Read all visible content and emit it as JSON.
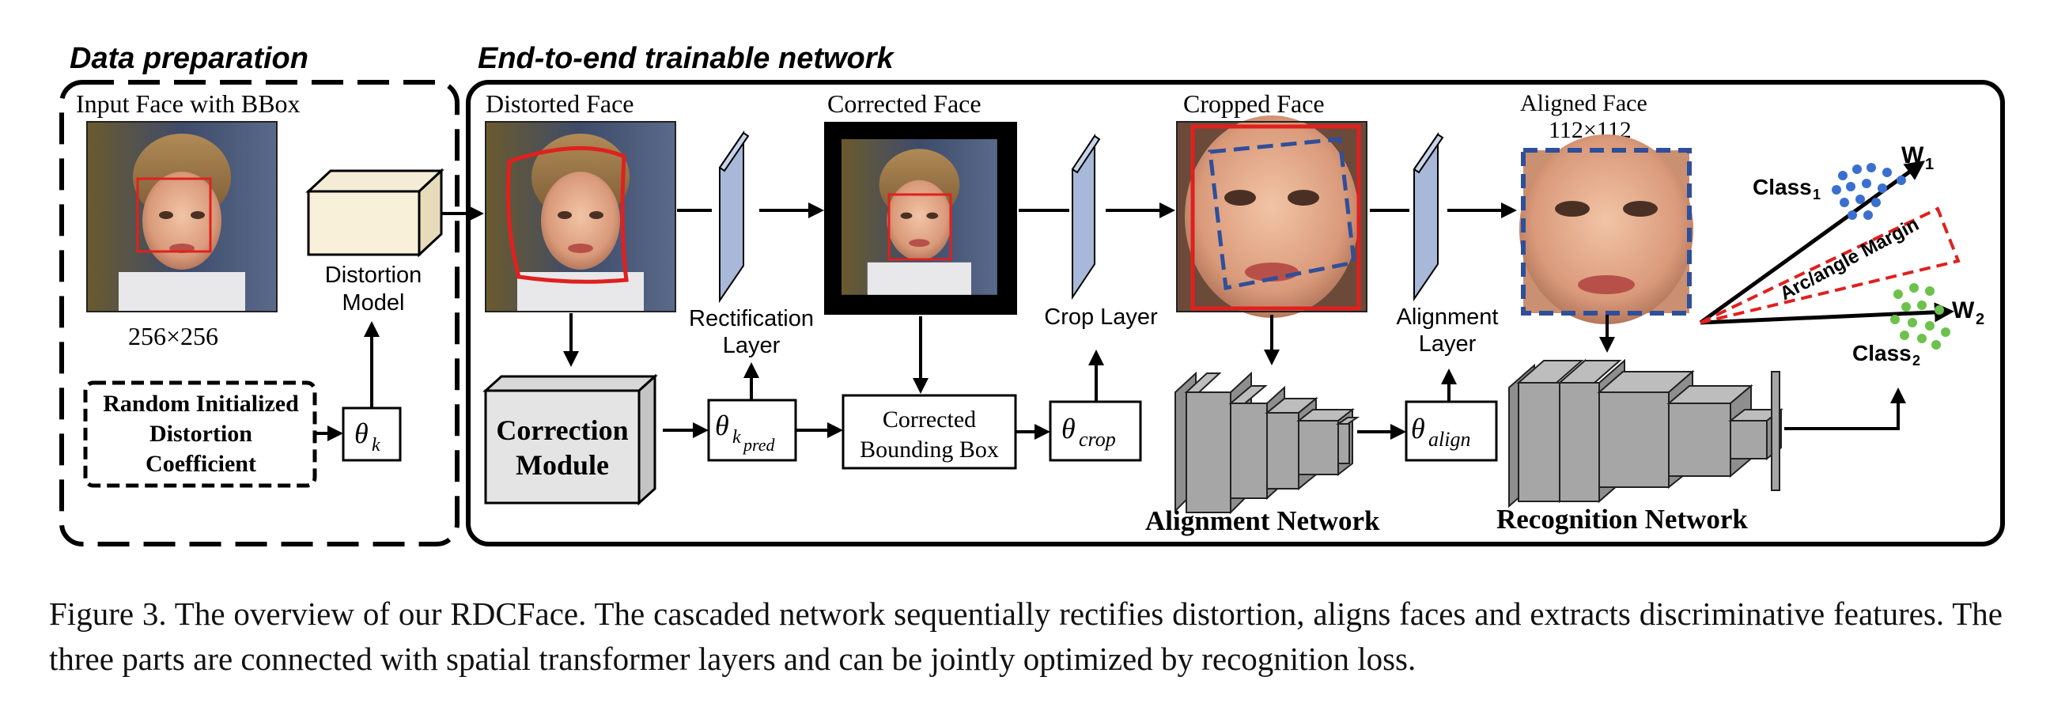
{
  "sections": {
    "data_preparation": "Data preparation",
    "end_to_end": "End-to-end trainable network"
  },
  "labels": {
    "input_face": "Input Face with BBox",
    "input_size": "256×256",
    "distortion_model_1": "Distortion",
    "distortion_model_2": "Model",
    "random_init_1": "Random Initialized",
    "random_init_2": "Distortion",
    "random_init_3": "Coefficient",
    "theta_k": "θ",
    "theta_k_sub": "k",
    "distorted_face": "Distorted Face",
    "correction_module_1": "Correction",
    "correction_module_2": "Module",
    "theta_kpred": "θ",
    "theta_kpred_sub": "k",
    "theta_kpred_subsub": "pred",
    "rectification_1": "Rectification",
    "rectification_2": "Layer",
    "corrected_face": "Corrected Face",
    "corrected_bbox_1": "Corrected",
    "corrected_bbox_2": "Bounding Box",
    "crop_layer": "Crop Layer",
    "theta_crop": "θ",
    "theta_crop_sub": "crop",
    "cropped_face": "Cropped Face",
    "alignment_network": "Alignment Network",
    "alignment_layer_1": "Alignment",
    "alignment_layer_2": "Layer",
    "theta_align": "θ",
    "theta_align_sub": "align",
    "aligned_face": "Aligned Face",
    "aligned_size": "112×112",
    "recognition_network": "Recognition Network",
    "class1": "Class",
    "class1_sub": "1",
    "class2": "Class",
    "class2_sub": "2",
    "w1": "W",
    "w1_sub": "1",
    "w2": "W",
    "w2_sub": "2",
    "arc_margin": "Arc/angle Margin"
  },
  "caption": "Figure 3.  The overview of our RDCFace. The cascaded network sequentially rectifies distortion, aligns faces and extracts discriminative features. The three parts are connected with spatial transformer layers and can be jointly optimized by recognition loss.",
  "colors": {
    "bbox_red": "#e0201e",
    "align_blue": "#2f4f9a",
    "layer_blue": "#a7b8d8",
    "class1_dots": "#3a6fd0",
    "class2_dots": "#6cc24a",
    "net_gray": "#a6a6a6"
  }
}
